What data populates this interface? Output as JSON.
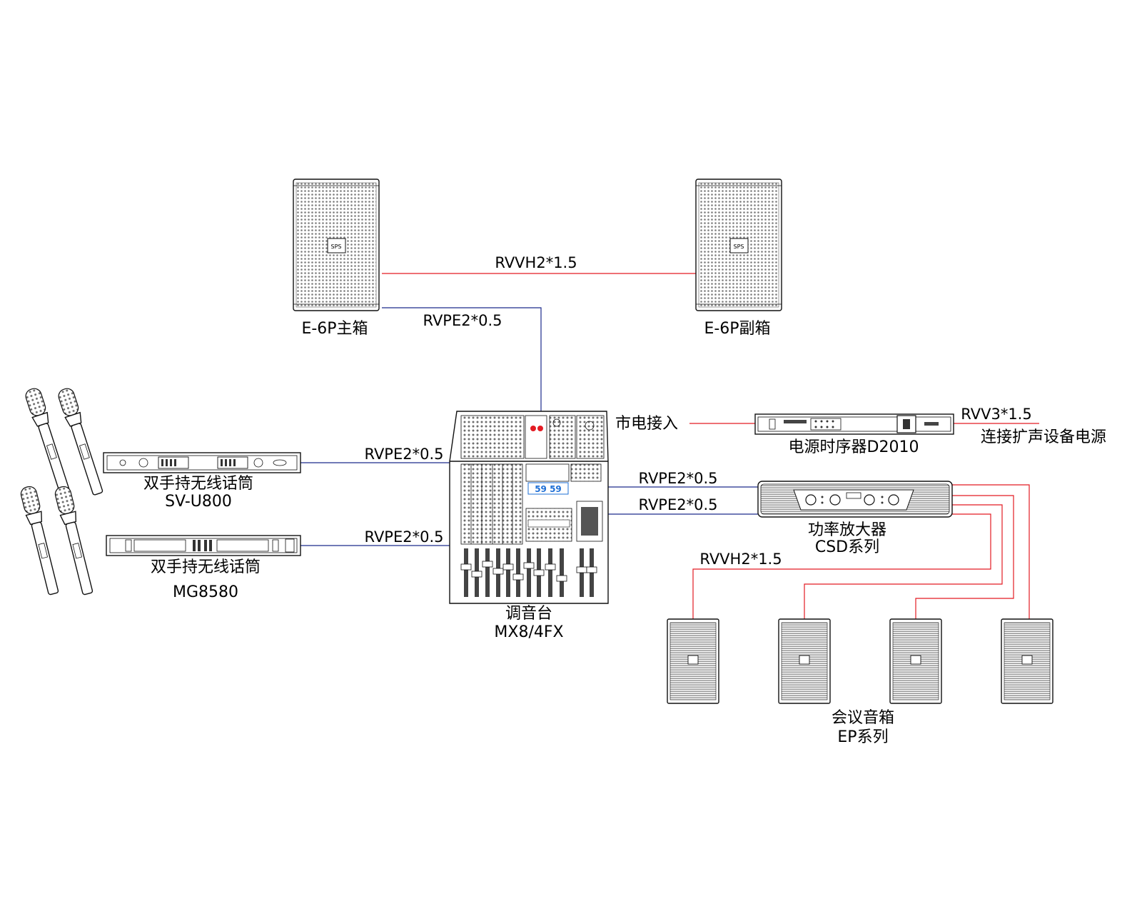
{
  "devices": {
    "main_speaker": "E-6P主箱",
    "sub_speaker": "E-6P副箱",
    "wireless_mic_1_name": "双手持无线话筒",
    "wireless_mic_1_model": "SV-U800",
    "wireless_mic_2_name": "双手持无线话筒",
    "wireless_mic_2_model": "MG8580",
    "mixer_name": "调音台",
    "mixer_model": "MX8/4FX",
    "mains_input": "市电接入",
    "sequencer": "电源时序器D2010",
    "power_out_label": "连接扩声设备电源",
    "amplifier_name": "功率放大器",
    "amplifier_series": "CSD系列",
    "conference_speakers_name": "会议音箱",
    "conference_speakers_series": "EP系列",
    "speaker_badge": "SPS",
    "mixer_display": "59 59"
  },
  "cables": {
    "speaker_link": "RVVH2*1.5",
    "main_to_mixer": "RVPE2*0.5",
    "mic1_to_mixer": "RVPE2*0.5",
    "mic2_to_mixer": "RVPE2*0.5",
    "mixer_to_amp_1": "RVPE2*0.5",
    "mixer_to_amp_2": "RVPE2*0.5",
    "amp_to_speakers": "RVVH2*1.5",
    "sequencer_out": "RVV3*1.5"
  },
  "colors": {
    "power_wire": "#e31b23",
    "signal_wire": "#1c2a8c",
    "mixer_display": "#1e6fd6",
    "speaker_grille": "#8a8a8a"
  }
}
